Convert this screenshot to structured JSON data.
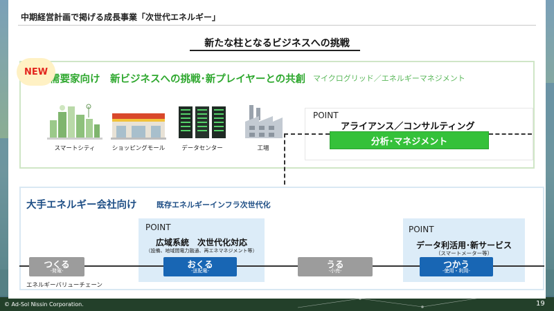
{
  "header": {
    "title": "中期経営計画で掲げる成長事業「次世代エネルギー」"
  },
  "main_title": "新たな柱となるビジネスへの挑戦",
  "upper": {
    "badge": "NEW",
    "heading": "需要家向け　新ビジネスへの挑戦･新プレイヤーとの共創",
    "subheading": "マイクログリッド／エネルギーマネジメント",
    "facilities": [
      {
        "icon": "smart-city-icon",
        "label": "スマートシティ"
      },
      {
        "icon": "shopping-mall-icon",
        "label": "ショッピングモール"
      },
      {
        "icon": "data-center-icon",
        "label": "データセンター"
      },
      {
        "icon": "factory-icon",
        "label": "工場"
      }
    ],
    "point": {
      "label": "POINT",
      "title": "アライアンス／コンサルティング",
      "button": "分析･マネジメント"
    }
  },
  "lower": {
    "heading": "大手エネルギー会社向け",
    "subheading": "既存エネルギーインフラ次世代化",
    "point_wide_area": {
      "label": "POINT",
      "title": "広域系統　次世代化対応",
      "note": "（設備、地域間電力融通、再エネマネジメント等）"
    },
    "point_data": {
      "label": "POINT",
      "title": "データ利活用･新サービス",
      "note": "（スマートメーター等）"
    },
    "stages": [
      {
        "name": "つくる",
        "sub": "-発電-",
        "style": "gray"
      },
      {
        "name": "おくる",
        "sub": "-送配電-",
        "style": "blue"
      },
      {
        "name": "うる",
        "sub": "-小売-",
        "style": "gray"
      },
      {
        "name": "つかう",
        "sub": "-使用・利用-",
        "style": "blue"
      }
    ],
    "chain_label": "エネルギーバリューチェーン"
  },
  "footer": {
    "copyright": "© Ad-Sol Nissin Corporation.",
    "page_number": "19"
  },
  "colors": {
    "green_accent": "#2fa82f",
    "green_button": "#35c13a",
    "navy_heading": "#1f4f86",
    "blue_stage": "#1866b4",
    "gray_stage": "#9c9c9c",
    "new_red": "#e3261f",
    "point_bg": "#dcecf8"
  }
}
